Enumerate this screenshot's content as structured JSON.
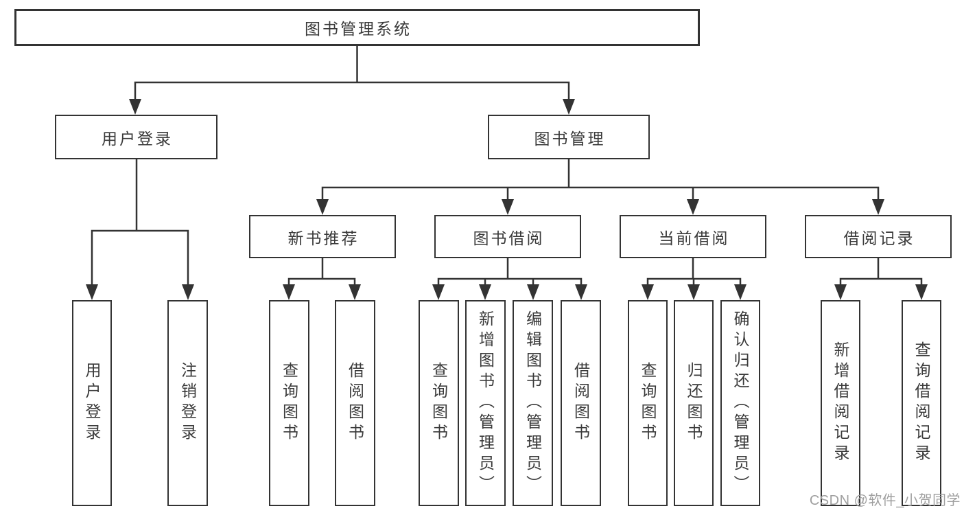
{
  "diagram": {
    "title": "图书管理系统",
    "colors": {
      "line": "#333333",
      "text": "#3a3a3a",
      "background": "#ffffff",
      "watermark": "#9f9f9f"
    },
    "nodes": {
      "root": "图书管理系统",
      "user_login": "用户登录",
      "book_mgmt": "图书管理",
      "new_book_rec": "新书推荐",
      "book_borrow": "图书借阅",
      "current_borrow": "当前借阅",
      "borrow_record": "借阅记录",
      "leaf_user_login": "用户登录",
      "leaf_logout": "注销登录",
      "leaf_query_book_newrec": "查询图书",
      "leaf_borrow_book_newrec": "借阅图书",
      "leaf_query_book_borrow": "查询图书",
      "leaf_add_book_admin": "新增图书（管理员）",
      "leaf_edit_book_admin": "编辑图书（管理员）",
      "leaf_borrow_book_borrow": "借阅图书",
      "leaf_query_book_current": "查询图书",
      "leaf_return_book": "归还图书",
      "leaf_confirm_return_admin": "确认归还（管理员）",
      "leaf_add_borrow_record": "新增借阅记录",
      "leaf_query_borrow_record": "查询借阅记录"
    },
    "watermark": "CSDN @软件_小贺同学"
  }
}
